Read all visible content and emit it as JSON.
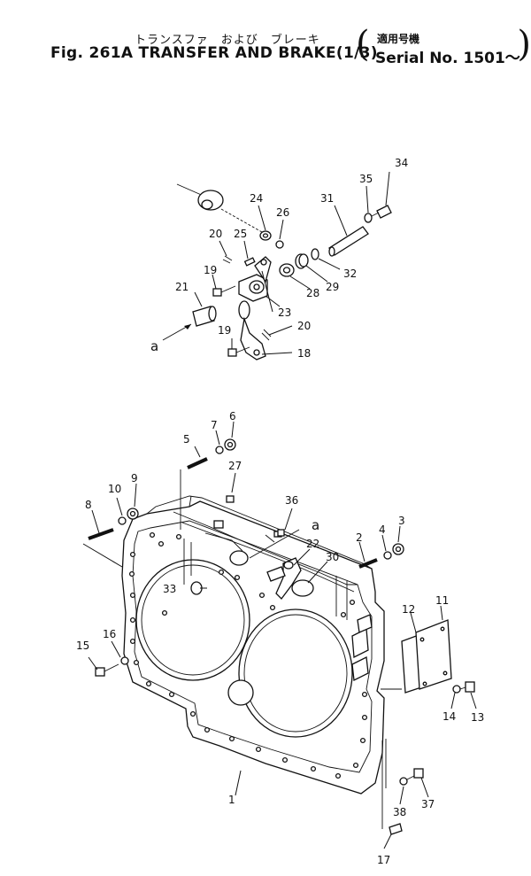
{
  "header": {
    "title_jp": "トランスファ　および　ブレーキ",
    "title_en": "Fig. 261A TRANSFER AND BRAKE(1/3)",
    "serial_jp": "適用号機",
    "serial_en": "Serial No. 1501～"
  },
  "callouts": {
    "n1": "1",
    "n2": "2",
    "n3": "3",
    "n4": "4",
    "n5": "5",
    "n6": "6",
    "n7": "7",
    "n8": "8",
    "n9": "9",
    "n10": "10",
    "n11": "11",
    "n12": "12",
    "n13": "13",
    "n14": "14",
    "n15": "15",
    "n16": "16",
    "n17": "17",
    "n18": "18",
    "n19a": "19",
    "n19b": "19",
    "n20a": "20",
    "n20b": "20",
    "n21": "21",
    "n22": "22",
    "n23": "23",
    "n24": "24",
    "n25": "25",
    "n26": "26",
    "n27": "27",
    "n28": "28",
    "n29": "29",
    "n30": "30",
    "n31": "31",
    "n32": "32",
    "n33": "33",
    "n34": "34",
    "n35": "35",
    "n36": "36",
    "n37": "37",
    "n38": "38",
    "ref_a_top": "a",
    "ref_a_bottom": "a"
  }
}
